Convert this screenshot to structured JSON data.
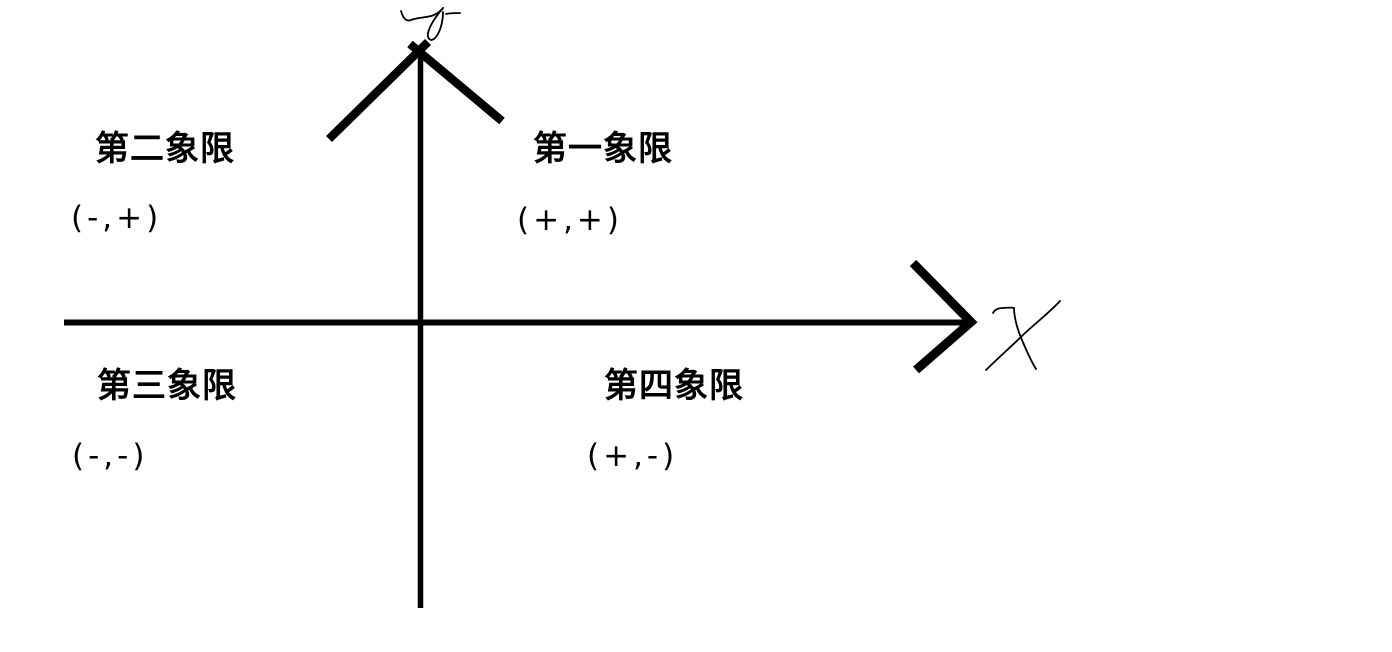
{
  "diagram": {
    "type": "cartesian-coordinate-quadrants",
    "background_color": "#ffffff",
    "ink_color": "#000000",
    "x_axis_label": "x",
    "y_axis_label": "y",
    "quadrants": [
      {
        "name": "第一象限",
        "signs": "(+,+)",
        "position": "upper-right"
      },
      {
        "name": "第二象限",
        "signs": "(-,+)",
        "position": "upper-left"
      },
      {
        "name": "第三象限",
        "signs": "(-,-)",
        "position": "lower-left"
      },
      {
        "name": "第四象限",
        "signs": "(+,-)",
        "position": "lower-right"
      }
    ]
  }
}
